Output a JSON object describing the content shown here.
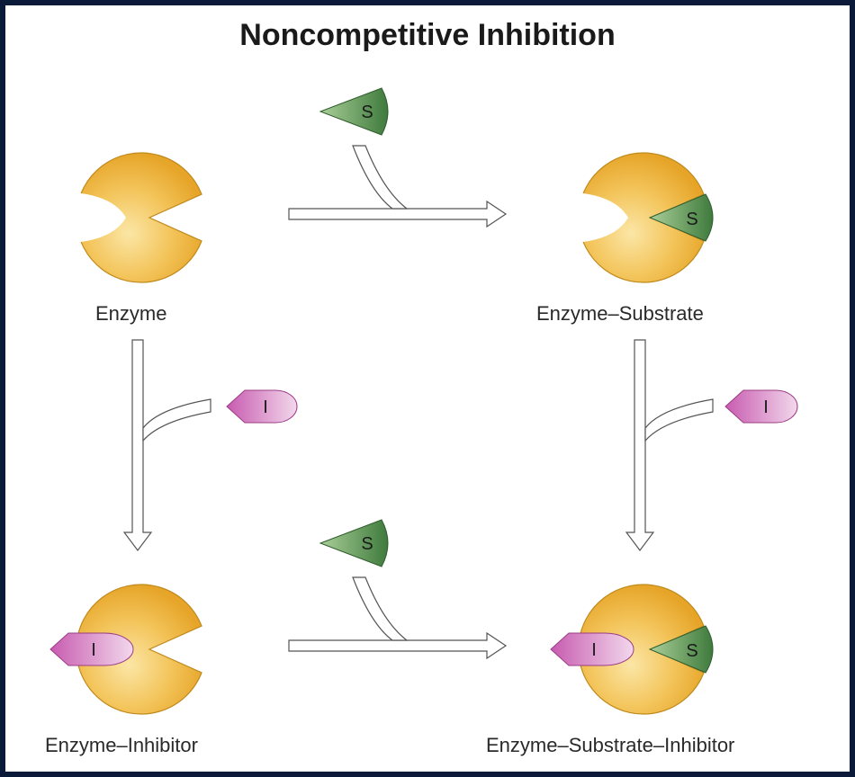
{
  "title": "Noncompetitive Inhibition",
  "labels": {
    "enzyme": "Enzyme",
    "enzyme_substrate": "Enzyme–Substrate",
    "enzyme_inhibitor": "Enzyme–Inhibitor",
    "enzyme_substrate_inhibitor": "Enzyme–Substrate–Inhibitor"
  },
  "glyphs": {
    "substrate": "S",
    "inhibitor": "I"
  },
  "colors": {
    "enzyme": "#f0b93e",
    "enzyme_highlight": "#fbe6a6",
    "substrate": "#3f7a3c",
    "substrate_highlight": "#a9cf99",
    "inhibitor": "#c85bb0",
    "inhibitor_highlight": "#f2d8ec",
    "background_frame": "#0b1a38"
  }
}
